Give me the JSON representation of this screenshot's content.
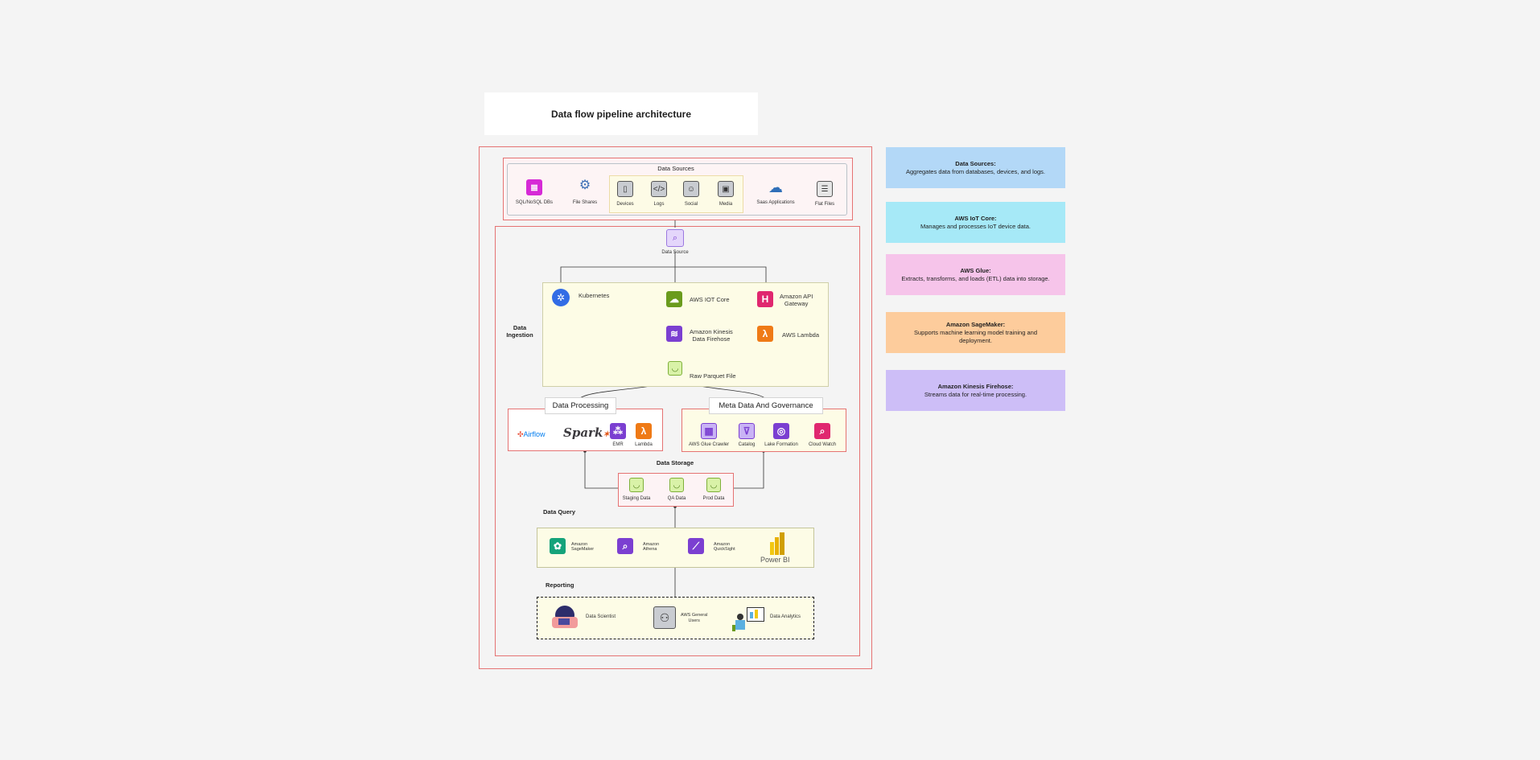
{
  "title": "Data flow pipeline architecture",
  "data_sources": {
    "header": "Data Sources",
    "items": [
      "SQL/NoSQL DBs",
      "File Shares",
      "Devices",
      "Logs",
      "Social",
      "Media",
      "Saas Applications",
      "Flat Files"
    ]
  },
  "data_source_node": "Data Source",
  "ingestion": {
    "label_line1": "Data",
    "label_line2": "Ingestion",
    "kubernetes": "Kubernetes",
    "iot_core": "AWS IOT Core",
    "api_gateway_1": "Amazon API",
    "api_gateway_2": "Gateway",
    "kinesis_1": "Amazon Kinesis",
    "kinesis_2": "Data Firehose",
    "lambda": "AWS Lambda",
    "raw_parquet": "Raw Parquet File"
  },
  "processing": {
    "header": "Data Processing",
    "airflow": "Airflow",
    "spark": "Spark",
    "emr": "EMR",
    "lambda": "Lambda"
  },
  "meta": {
    "header": "Meta Data And Governance",
    "items": [
      "AWS Glue Crawler",
      "Catalog",
      "Lake Formation",
      "Cloud Watch"
    ]
  },
  "storage": {
    "header": "Data Storage",
    "items": [
      "Staging Data",
      "QA Data",
      "Prod Data"
    ]
  },
  "query": {
    "header": "Data Query",
    "sagemaker_1": "Amazon",
    "sagemaker_2": "SageMaker",
    "athena_1": "Amazon",
    "athena_2": "Athena",
    "quicksight_1": "Amazon",
    "quicksight_2": "QuickSight",
    "powerbi": "Power BI"
  },
  "reporting": {
    "header": "Reporting",
    "scientist": "Data Scientist",
    "general_1": "AWS General",
    "general_2": "Users",
    "analytics": "Data Analytics"
  },
  "notes": [
    {
      "title": "Data Sources:",
      "text": "Aggregates data from databases, devices, and logs.",
      "color": "#b3d8f7"
    },
    {
      "title": "AWS IoT Core:",
      "text": "Manages and processes IoT device data.",
      "color": "#a6e9f7"
    },
    {
      "title": "AWS Glue:",
      "text": "Extracts, transforms, and loads (ETL) data into storage.",
      "color": "#f6c4ea"
    },
    {
      "title": "Amazon SageMaker:",
      "text": "Supports machine learning model training and deployment.",
      "color": "#fdcc9c"
    },
    {
      "title": "Amazon Kinesis Firehose:",
      "text": "Streams data for real-time processing.",
      "color": "#cdbef7"
    }
  ],
  "colors": {
    "frame": "#e57373",
    "purple": "#7b3fd1",
    "green": "#6a9b1d",
    "pink": "#e0276f",
    "orange": "#ef7a16",
    "magenta": "#d62ad6",
    "teal": "#15a37a"
  }
}
